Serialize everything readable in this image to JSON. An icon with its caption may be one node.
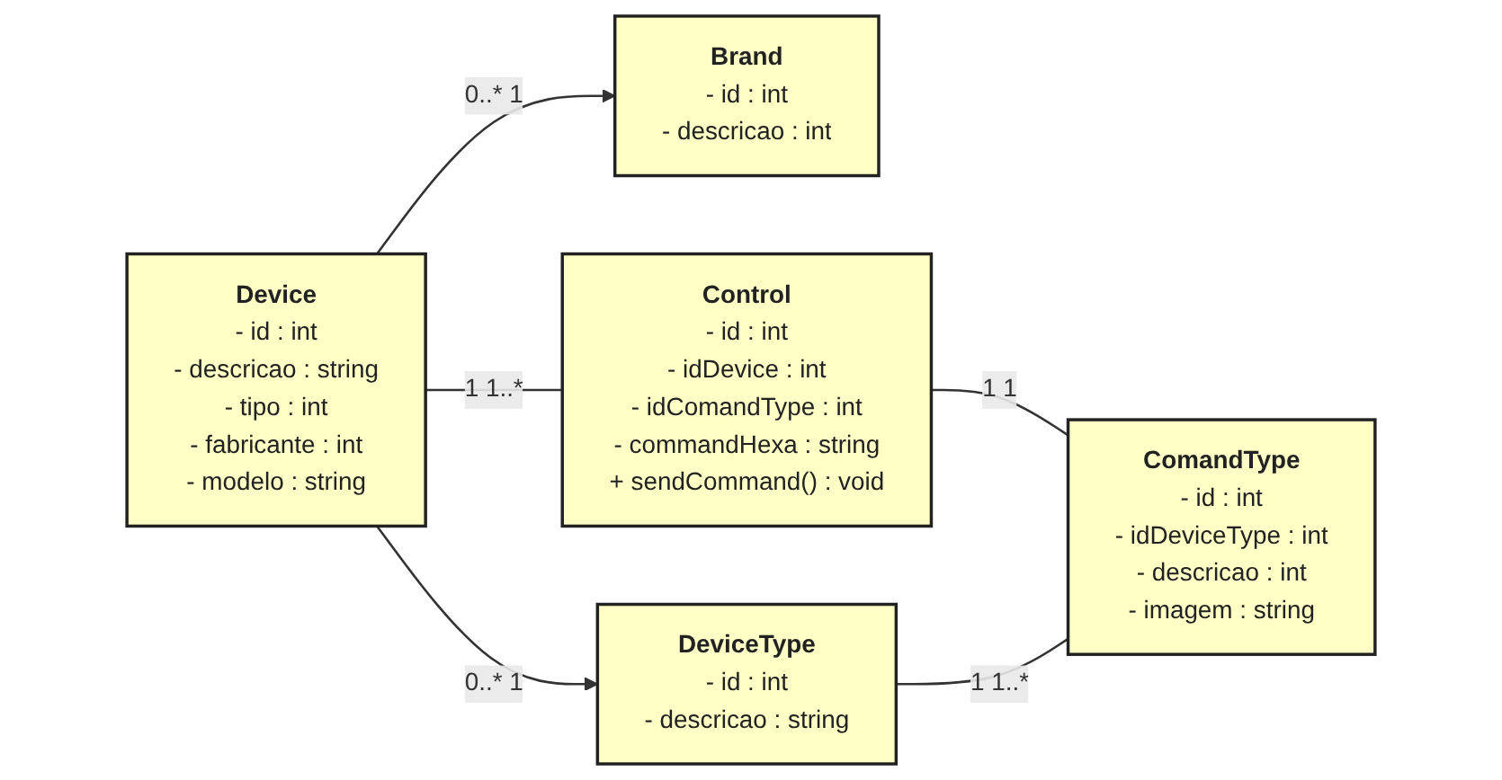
{
  "diagram": {
    "nodes": [
      {
        "text": [
          "Brand",
          "- id : int",
          "- descricao : int"
        ]
      },
      {
        "text": [
          "Device",
          "- id : int",
          "- descricao : string",
          "- tipo : int",
          "- fabricante : int",
          "- modelo : string"
        ]
      },
      {
        "text": [
          "Control",
          "- id : int",
          "- idDevice : int",
          "- idComandType : int",
          "- commandHexa : string",
          "+ sendCommand() : void"
        ]
      },
      {
        "text": [
          "DeviceType",
          "- id : int",
          "- descricao : string"
        ]
      },
      {
        "text": [
          "ComandType",
          "- id : int",
          "- idDeviceType : int",
          "- descricao : int",
          "- imagem : string"
        ]
      }
    ],
    "edges": [
      {
        "from": 1,
        "to": 0,
        "arrow": "to",
        "label": "0..* 1"
      },
      {
        "from": 1,
        "to": 2,
        "arrow": "none",
        "label": "1 1..*"
      },
      {
        "from": 1,
        "to": 3,
        "arrow": "to",
        "label": "0..* 1"
      },
      {
        "from": 2,
        "to": 4,
        "arrow": "none",
        "label": "1 1"
      },
      {
        "from": 3,
        "to": 4,
        "arrow": "none",
        "label": "1 1..*"
      }
    ]
  }
}
